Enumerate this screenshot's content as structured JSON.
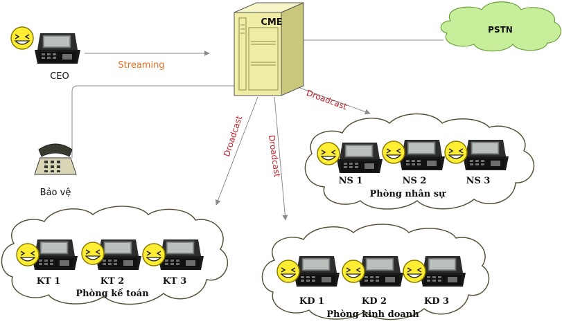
{
  "server": {
    "label": "CME"
  },
  "pstn": {
    "label": "PSTN"
  },
  "ceo": {
    "label": "CEO"
  },
  "guard": {
    "label": "Bảo vệ"
  },
  "links": {
    "streaming": "Streaming",
    "broadcast_ns": "Droadcast",
    "broadcast_kt": "Droadcast",
    "broadcast_kd": "Droadcast"
  },
  "groups": {
    "ns": {
      "name": "Phòng nhân sự",
      "phones": [
        "NS 1",
        "NS 2",
        "NS 3"
      ]
    },
    "kt": {
      "name": "Phòng kế toán",
      "phones": [
        "KT 1",
        "KT 2",
        "KT 3"
      ]
    },
    "kd": {
      "name": "Phòng kinh doanh",
      "phones": [
        "KD 1",
        "KD 2",
        "KD 3"
      ]
    }
  },
  "colors": {
    "cloud_fill": "#ffffff",
    "cloud_stroke": "#5a5238",
    "pstn_fill": "#c7ee9b",
    "server_fill": "#efeda6",
    "line": "#8a8a8a",
    "streaming_text": "#e07020",
    "broadcast_text": "#c0202a",
    "smiley": "#ffee33"
  }
}
